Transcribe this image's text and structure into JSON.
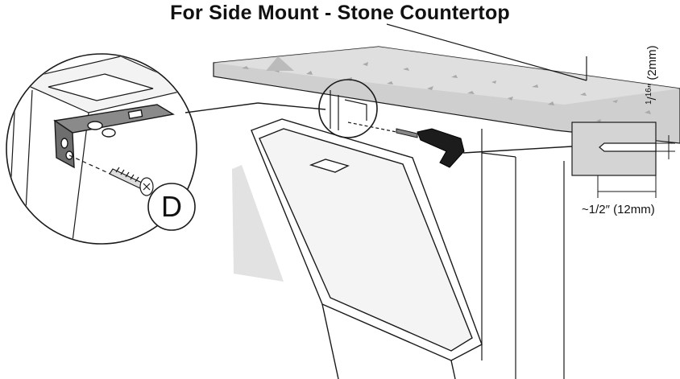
{
  "title": "For Side Mount - Stone Countertop",
  "callout_label": "D",
  "dimensions": {
    "edge_distance": "~1/2″ (12mm)",
    "thickness_num": "1",
    "thickness_den": "16",
    "thickness_rest": "″ (2mm)"
  },
  "icons": [
    "screw-icon",
    "drill-icon",
    "mounting-bracket-icon"
  ],
  "colors": {
    "countertop": "#c9c9c9",
    "shade": "#d9d9d9",
    "stroke": "#1a1a1a"
  }
}
